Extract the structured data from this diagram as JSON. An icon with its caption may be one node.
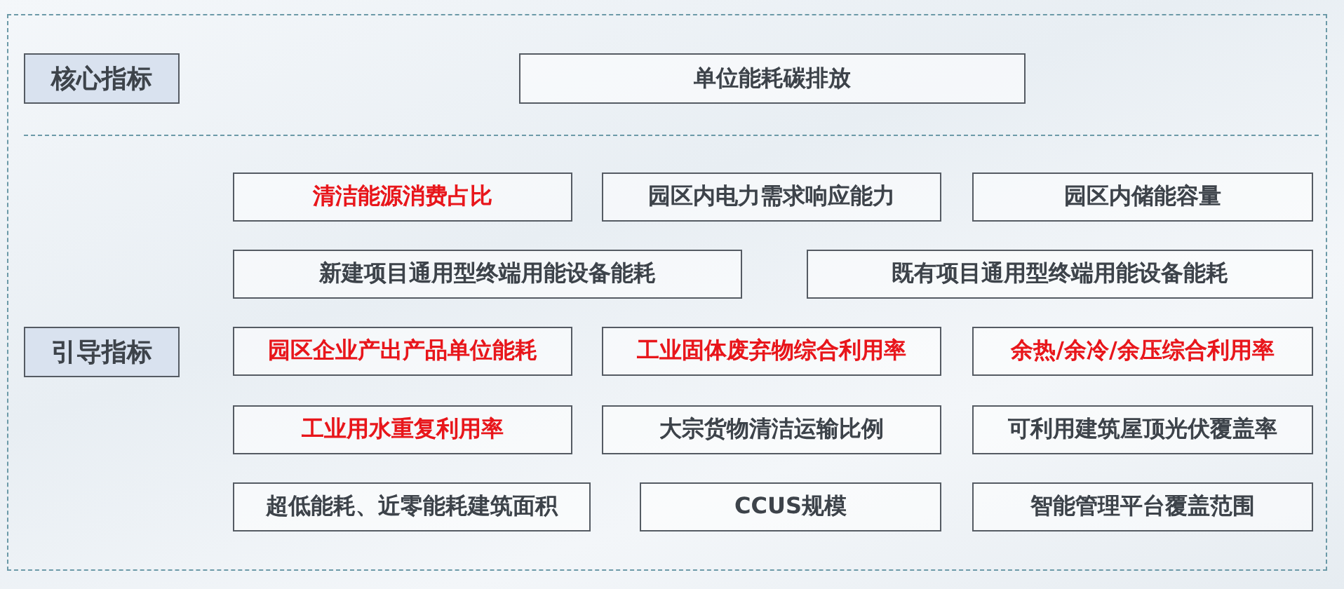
{
  "diagram": {
    "nodes": [
      {
        "text": [
          "核心指标"
        ]
      },
      {
        "text": [
          "单位能耗碳排放"
        ]
      },
      {
        "text": [
          "引导指标"
        ]
      },
      {
        "text": [
          "清洁能源消费占比"
        ]
      },
      {
        "text": [
          "园区内电力需求响应能力"
        ]
      },
      {
        "text": [
          "园区内储能容量"
        ]
      },
      {
        "text": [
          "新建项目通用型终端用能设备能耗"
        ]
      },
      {
        "text": [
          "既有项目通用型终端用能设备能耗"
        ]
      },
      {
        "text": [
          "园区企业产出产品单位能耗"
        ]
      },
      {
        "text": [
          "工业固体废弃物综合利用率"
        ]
      },
      {
        "text": [
          "余热/余冷/余压综合利用率"
        ]
      },
      {
        "text": [
          "工业用水重复利用率"
        ]
      },
      {
        "text": [
          "大宗货物清洁运输比例"
        ]
      },
      {
        "text": [
          "可利用建筑屋顶光伏覆盖率"
        ]
      },
      {
        "text": [
          "超低能耗、近零能耗建筑面积"
        ]
      },
      {
        "text": [
          "CCUS规模"
        ]
      },
      {
        "text": [
          "智能管理平台覆盖范围"
        ]
      }
    ]
  }
}
